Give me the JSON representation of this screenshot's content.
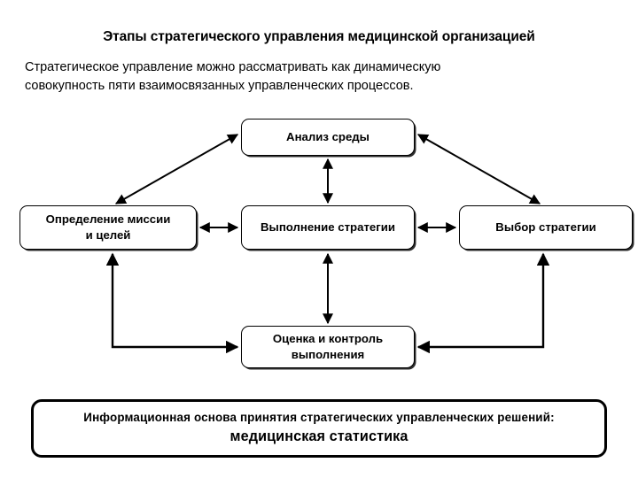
{
  "slide": {
    "title": "Этапы стратегического управления медицинской организацией",
    "intro_line_1": "Стратегическое управление можно рассматривать как динамическую",
    "intro_line_2": "совокупность пяти взаимосвязанных управленческих процессов."
  },
  "diagram": {
    "type": "flowchart",
    "nodes": [
      {
        "id": "analysis",
        "label": "Анализ среды"
      },
      {
        "id": "mission",
        "label": "Определение миссии и целей"
      },
      {
        "id": "execution",
        "label": "Выполнение стратегии"
      },
      {
        "id": "choice",
        "label": "Выбор стратегии"
      },
      {
        "id": "evaluation",
        "label": "Оценка и контроль выполнения"
      }
    ],
    "mission_label_line_1": "Определение миссии",
    "mission_label_line_2": "и целей",
    "evaluation_label_line_1": "Оценка и контроль",
    "evaluation_label_line_2": "выполнения",
    "connections": [
      {
        "from": "mission",
        "to": "analysis",
        "style": "diagonal",
        "heads": "both"
      },
      {
        "from": "analysis",
        "to": "choice",
        "style": "diagonal",
        "heads": "both"
      },
      {
        "from": "analysis",
        "to": "execution",
        "style": "vertical",
        "heads": "both"
      },
      {
        "from": "mission",
        "to": "execution",
        "style": "horizontal",
        "heads": "both"
      },
      {
        "from": "execution",
        "to": "choice",
        "style": "horizontal",
        "heads": "both"
      },
      {
        "from": "execution",
        "to": "evaluation",
        "style": "vertical",
        "heads": "both"
      },
      {
        "from": "evaluation",
        "to": "mission",
        "style": "elbow-left",
        "heads": "both"
      },
      {
        "from": "evaluation",
        "to": "choice",
        "style": "elbow-right",
        "heads": "both"
      }
    ]
  },
  "footer": {
    "line_1": "Информационная основа принятия стратегических управленческих решений:",
    "line_2": "медицинская статистика"
  },
  "colors": {
    "background": "#ffffff",
    "text": "#000000",
    "stroke": "#000000"
  }
}
